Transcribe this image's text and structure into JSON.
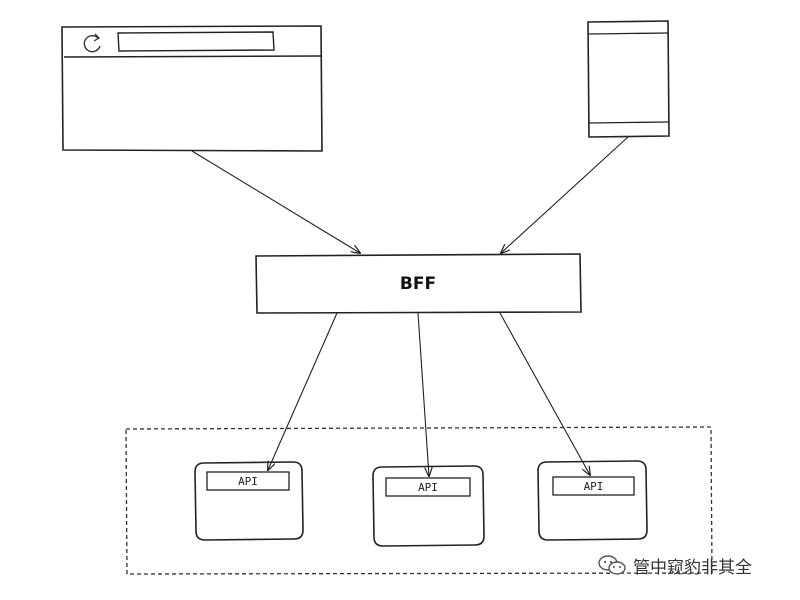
{
  "bff": {
    "label": "BFF"
  },
  "services": [
    {
      "label": "API"
    },
    {
      "label": "API"
    },
    {
      "label": "API"
    }
  ],
  "clients": {
    "browser": {
      "icons": [
        "refresh-icon"
      ]
    },
    "mobile": {}
  },
  "watermark": {
    "text": "管中窥豹非其全",
    "icon": "wechat-icon"
  }
}
